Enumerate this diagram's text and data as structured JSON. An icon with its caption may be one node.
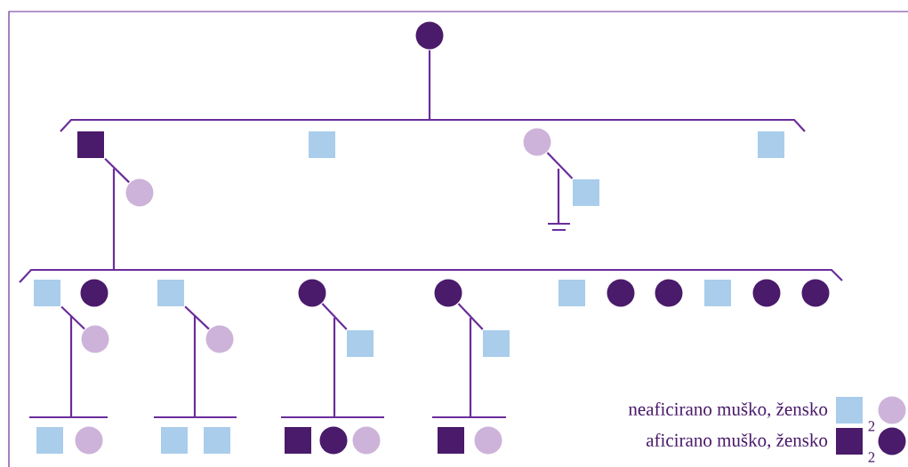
{
  "diagram": {
    "nodes": [
      {
        "text": [],
        "shape": "circle"
      },
      {
        "text": [],
        "shape": "box"
      },
      {
        "text": [],
        "shape": "circle"
      },
      {
        "text": [],
        "shape": "box"
      },
      {
        "text": [],
        "shape": "circle"
      },
      {
        "text": [],
        "shape": "box"
      },
      {
        "text": [],
        "shape": "box"
      },
      {
        "text": [],
        "shape": "box"
      },
      {
        "text": [],
        "shape": "circle"
      },
      {
        "text": [],
        "shape": "box"
      },
      {
        "text": [],
        "shape": "circle"
      },
      {
        "text": [],
        "shape": "circle"
      },
      {
        "text": [],
        "shape": "box"
      },
      {
        "text": [],
        "shape": "circle"
      },
      {
        "text": [],
        "shape": "circle"
      },
      {
        "text": [],
        "shape": "box"
      },
      {
        "text": [],
        "shape": "circle"
      },
      {
        "text": [],
        "shape": "circle"
      },
      {
        "text": [],
        "shape": "circle"
      },
      {
        "text": [],
        "shape": "circle"
      },
      {
        "text": [],
        "shape": "box"
      },
      {
        "text": [],
        "shape": "box"
      },
      {
        "text": [],
        "shape": "box"
      },
      {
        "text": [],
        "shape": "circle"
      },
      {
        "text": [],
        "shape": "box"
      },
      {
        "text": [],
        "shape": "box"
      },
      {
        "text": [],
        "shape": "box"
      },
      {
        "text": [],
        "shape": "circle"
      },
      {
        "text": [],
        "shape": "circle"
      },
      {
        "text": [],
        "shape": "box"
      },
      {
        "text": [],
        "shape": "circle"
      }
    ],
    "edges": [
      {
        "from": 0,
        "to": null,
        "arrow": "none"
      },
      {
        "from": 1,
        "to": 2,
        "arrow": "none"
      },
      {
        "from": 4,
        "to": 5,
        "arrow": "none"
      },
      {
        "from": 7,
        "to": 18,
        "arrow": "none"
      },
      {
        "from": 9,
        "to": 19,
        "arrow": "none"
      },
      {
        "from": 10,
        "to": 20,
        "arrow": "none"
      },
      {
        "from": 11,
        "to": 21,
        "arrow": "none"
      }
    ],
    "labels": [
      "2",
      "2"
    ],
    "legend": [
      {
        "text": "neaficirano muško, žensko"
      },
      {
        "text": "aficirano muško, žensko"
      }
    ]
  }
}
